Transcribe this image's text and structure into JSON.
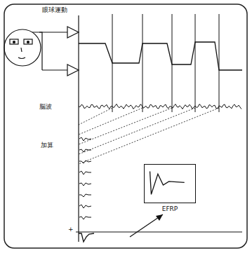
{
  "diagram": {
    "nodes": [
      {
        "text": [
          "EFRP"
        ]
      }
    ],
    "labels": [
      "眼球運動",
      "脳波",
      "加算",
      "+"
    ]
  }
}
